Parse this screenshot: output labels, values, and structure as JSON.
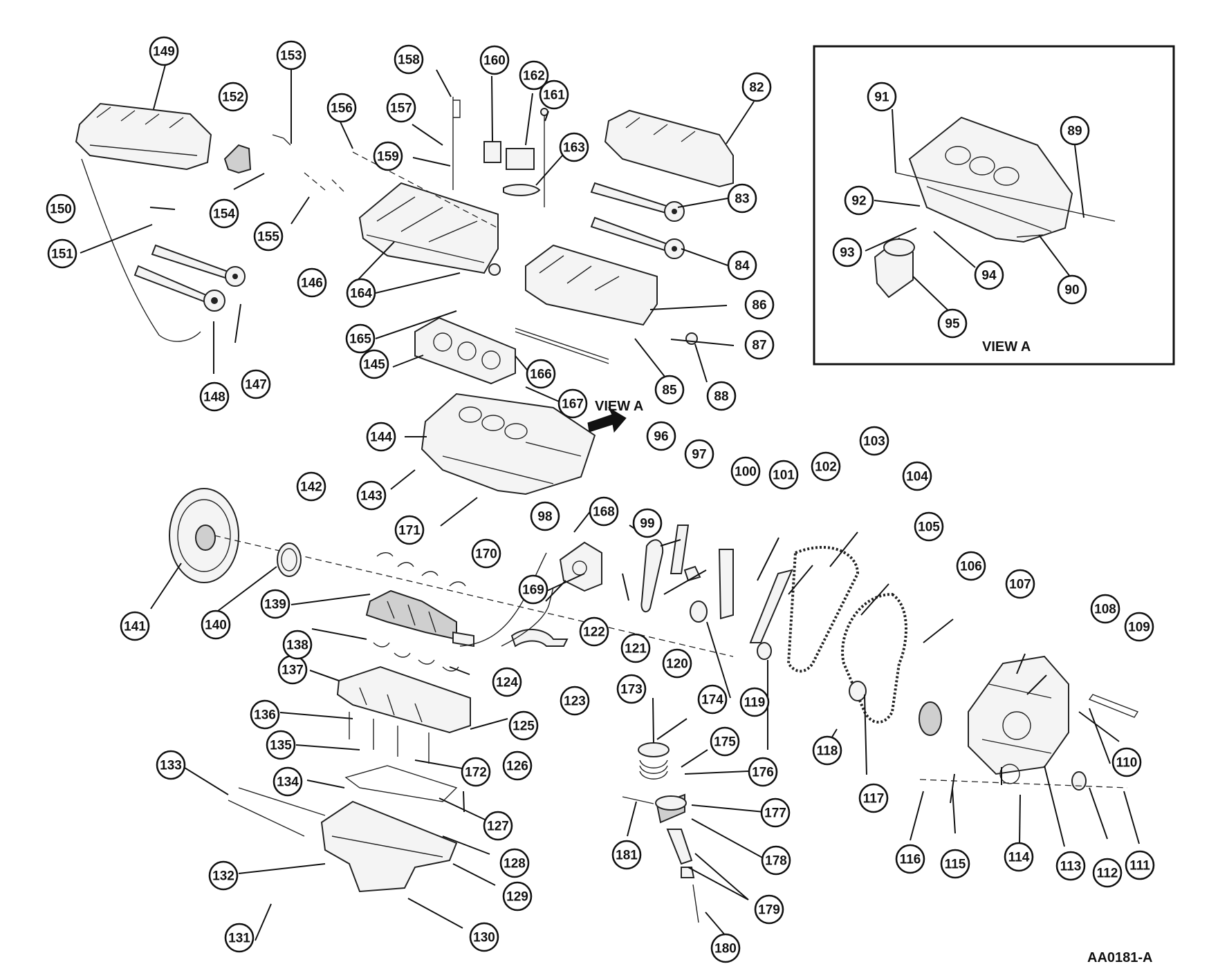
{
  "diagram": {
    "view_a_label_main": "VIEW A",
    "view_a_label_inset": "VIEW A",
    "figure_id": "AA0181-A",
    "callouts": [
      {
        "id": "c82",
        "label": "82"
      },
      {
        "id": "c83",
        "label": "83"
      },
      {
        "id": "c84",
        "label": "84"
      },
      {
        "id": "c85",
        "label": "85"
      },
      {
        "id": "c86",
        "label": "86"
      },
      {
        "id": "c87",
        "label": "87"
      },
      {
        "id": "c88",
        "label": "88"
      },
      {
        "id": "c89",
        "label": "89"
      },
      {
        "id": "c90",
        "label": "90"
      },
      {
        "id": "c91",
        "label": "91"
      },
      {
        "id": "c92",
        "label": "92"
      },
      {
        "id": "c93",
        "label": "93"
      },
      {
        "id": "c94",
        "label": "94"
      },
      {
        "id": "c95",
        "label": "95"
      },
      {
        "id": "c96",
        "label": "96"
      },
      {
        "id": "c97",
        "label": "97"
      },
      {
        "id": "c98",
        "label": "98"
      },
      {
        "id": "c99",
        "label": "99"
      },
      {
        "id": "c100",
        "label": "100"
      },
      {
        "id": "c101",
        "label": "101"
      },
      {
        "id": "c102",
        "label": "102"
      },
      {
        "id": "c103",
        "label": "103"
      },
      {
        "id": "c104",
        "label": "104"
      },
      {
        "id": "c105",
        "label": "105"
      },
      {
        "id": "c106",
        "label": "106"
      },
      {
        "id": "c107",
        "label": "107"
      },
      {
        "id": "c108",
        "label": "108"
      },
      {
        "id": "c109",
        "label": "109"
      },
      {
        "id": "c110",
        "label": "110"
      },
      {
        "id": "c111",
        "label": "111"
      },
      {
        "id": "c112",
        "label": "112"
      },
      {
        "id": "c113",
        "label": "113"
      },
      {
        "id": "c114",
        "label": "114"
      },
      {
        "id": "c115",
        "label": "115"
      },
      {
        "id": "c116",
        "label": "116"
      },
      {
        "id": "c117",
        "label": "117"
      },
      {
        "id": "c118",
        "label": "118"
      },
      {
        "id": "c119",
        "label": "119"
      },
      {
        "id": "c120",
        "label": "120"
      },
      {
        "id": "c121",
        "label": "121"
      },
      {
        "id": "c122",
        "label": "122"
      },
      {
        "id": "c123",
        "label": "123"
      },
      {
        "id": "c124",
        "label": "124"
      },
      {
        "id": "c125",
        "label": "125"
      },
      {
        "id": "c126",
        "label": "126"
      },
      {
        "id": "c127",
        "label": "127"
      },
      {
        "id": "c128",
        "label": "128"
      },
      {
        "id": "c129",
        "label": "129"
      },
      {
        "id": "c130",
        "label": "130"
      },
      {
        "id": "c131",
        "label": "131"
      },
      {
        "id": "c132",
        "label": "132"
      },
      {
        "id": "c133",
        "label": "133"
      },
      {
        "id": "c134",
        "label": "134"
      },
      {
        "id": "c135",
        "label": "135"
      },
      {
        "id": "c136",
        "label": "136"
      },
      {
        "id": "c137",
        "label": "137"
      },
      {
        "id": "c138",
        "label": "138"
      },
      {
        "id": "c139",
        "label": "139"
      },
      {
        "id": "c140",
        "label": "140"
      },
      {
        "id": "c141",
        "label": "141"
      },
      {
        "id": "c142",
        "label": "142"
      },
      {
        "id": "c143",
        "label": "143"
      },
      {
        "id": "c144",
        "label": "144"
      },
      {
        "id": "c145",
        "label": "145"
      },
      {
        "id": "c146",
        "label": "146"
      },
      {
        "id": "c147",
        "label": "147"
      },
      {
        "id": "c148",
        "label": "148"
      },
      {
        "id": "c149",
        "label": "149"
      },
      {
        "id": "c150",
        "label": "150"
      },
      {
        "id": "c151",
        "label": "151"
      },
      {
        "id": "c152",
        "label": "152"
      },
      {
        "id": "c153",
        "label": "153"
      },
      {
        "id": "c154",
        "label": "154"
      },
      {
        "id": "c155",
        "label": "155"
      },
      {
        "id": "c156",
        "label": "156"
      },
      {
        "id": "c157",
        "label": "157"
      },
      {
        "id": "c158",
        "label": "158"
      },
      {
        "id": "c159",
        "label": "159"
      },
      {
        "id": "c160",
        "label": "160"
      },
      {
        "id": "c161",
        "label": "161"
      },
      {
        "id": "c162",
        "label": "162"
      },
      {
        "id": "c163",
        "label": "163"
      },
      {
        "id": "c164",
        "label": "164"
      },
      {
        "id": "c165",
        "label": "165"
      },
      {
        "id": "c166",
        "label": "166"
      },
      {
        "id": "c167",
        "label": "167"
      },
      {
        "id": "c168",
        "label": "168"
      },
      {
        "id": "c169",
        "label": "169"
      },
      {
        "id": "c170",
        "label": "170"
      },
      {
        "id": "c171",
        "label": "171"
      },
      {
        "id": "c172",
        "label": "172"
      },
      {
        "id": "c173",
        "label": "173"
      },
      {
        "id": "c174",
        "label": "174"
      },
      {
        "id": "c175",
        "label": "175"
      },
      {
        "id": "c176",
        "label": "176"
      },
      {
        "id": "c177",
        "label": "177"
      },
      {
        "id": "c178",
        "label": "178"
      },
      {
        "id": "c179",
        "label": "179"
      },
      {
        "id": "c180",
        "label": "180"
      },
      {
        "id": "c181",
        "label": "181"
      }
    ]
  }
}
